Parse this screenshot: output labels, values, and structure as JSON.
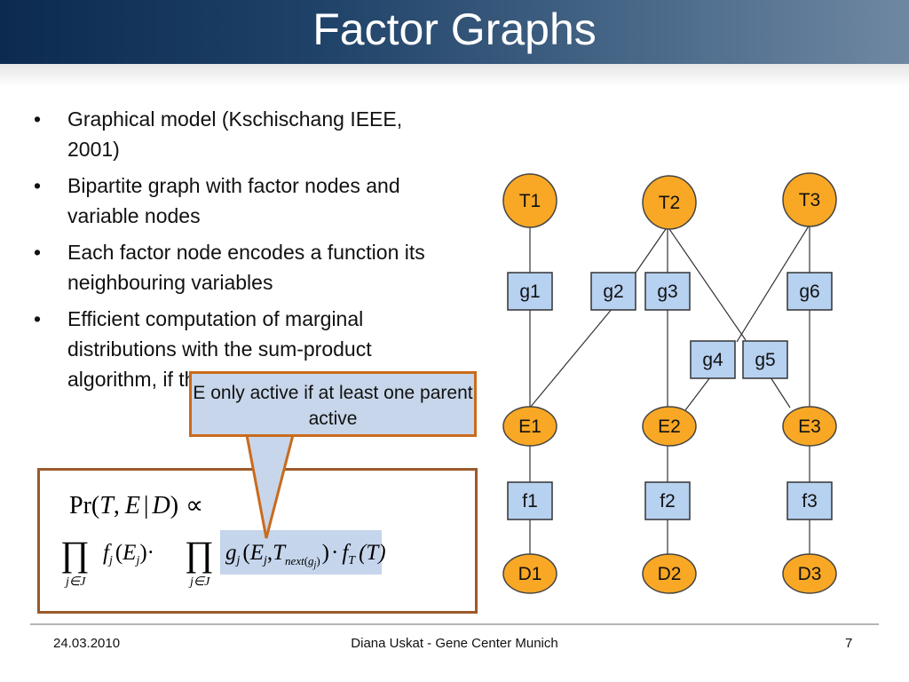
{
  "slide": {
    "title": "Factor Graphs",
    "bullets": [
      {
        "marker": "•",
        "text": "Graphical model (Kschischang IEEE, 2001)"
      },
      {
        "marker": "•",
        "text": "Bipartite graph with factor nodes and variable nodes"
      },
      {
        "marker": "•",
        "text": "Each factor node encodes a function its neighbouring variables"
      },
      {
        "marker": "•",
        "text": "Efficient computation of marginal distributions with the sum-product algorithm, if the graph is a tree…"
      }
    ],
    "callout": "E only active if at least one parent active"
  },
  "formula": {
    "pr": "Pr(",
    "T": "T",
    "comma": ",",
    "E": "E",
    "bar": "|",
    "D": "D",
    "close": ")",
    "propto": "∝",
    "prod": "∏",
    "subscript_J": "j∈J",
    "f": "f",
    "j": "j",
    "open_paren": "(",
    "close_paren": ")",
    "cdot": "·",
    "g": "g",
    "T_next": "T",
    "next": "next",
    "next_sub_open": "(",
    "next_sub_g": "g",
    "next_sub_j": "j",
    "next_sub_close": ")",
    "f_T": "f",
    "sub_T": "T",
    "arg_T": "(T)"
  },
  "graph": {
    "variables": {
      "T1": "T1",
      "T2": "T2",
      "T3": "T3",
      "E1": "E1",
      "E2": "E2",
      "E3": "E3",
      "D1": "D1",
      "D2": "D2",
      "D3": "D3"
    },
    "factors": {
      "g1": "g1",
      "g2": "g2",
      "g3": "g3",
      "g4": "g4",
      "g5": "g5",
      "g6": "g6",
      "f1": "f1",
      "f2": "f2",
      "f3": "f3"
    },
    "edges": [
      [
        "T1",
        "g1"
      ],
      [
        "g1",
        "E1"
      ],
      [
        "T2",
        "g2"
      ],
      [
        "g2",
        "E1"
      ],
      [
        "T2",
        "g3"
      ],
      [
        "g3",
        "E2"
      ],
      [
        "T2",
        "g5"
      ],
      [
        "g5",
        "E3"
      ],
      [
        "T3",
        "g4"
      ],
      [
        "g4",
        "E2"
      ],
      [
        "T3",
        "g6"
      ],
      [
        "g6",
        "E3"
      ],
      [
        "E1",
        "f1"
      ],
      [
        "f1",
        "D1"
      ],
      [
        "E2",
        "f2"
      ],
      [
        "f2",
        "D2"
      ],
      [
        "E3",
        "f3"
      ],
      [
        "f3",
        "D3"
      ]
    ],
    "variable_color": "#f9a825",
    "factor_color": "#b7d1f0"
  },
  "footer": {
    "date": "24.03.2010",
    "center": "Diana Uskat - Gene Center Munich",
    "page": "7"
  },
  "colors": {
    "callout_border": "#c96b1c",
    "callout_fill": "#c7d6ea",
    "formula_border": "#9b5a2a"
  }
}
